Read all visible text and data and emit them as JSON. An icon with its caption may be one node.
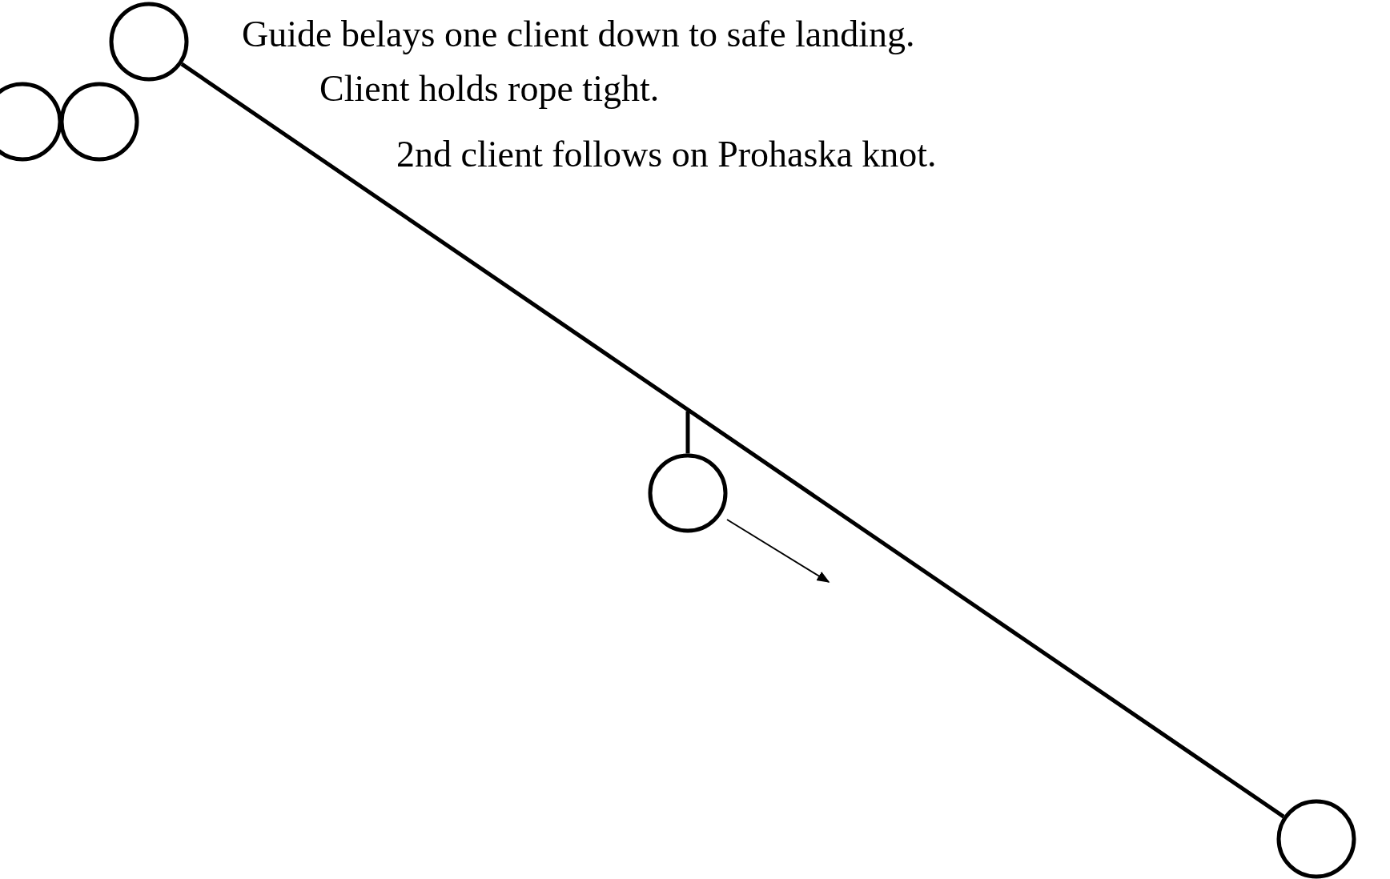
{
  "diagram": {
    "nodes": [
      {
        "text": [],
        "shape": "circle"
      },
      {
        "text": [],
        "shape": "circle"
      },
      {
        "text": [],
        "shape": "circle"
      },
      {
        "text": [],
        "shape": "circle"
      },
      {
        "text": [],
        "shape": "circle"
      }
    ],
    "edges": [
      {
        "from": 0,
        "to": 4,
        "arrow": "none"
      },
      {
        "from": null,
        "to": 3,
        "arrow": "none"
      }
    ],
    "labels": [
      "Guide belays one client down to safe landing.",
      "Client holds rope tight.",
      "2nd client follows on Prohaska knot."
    ]
  }
}
